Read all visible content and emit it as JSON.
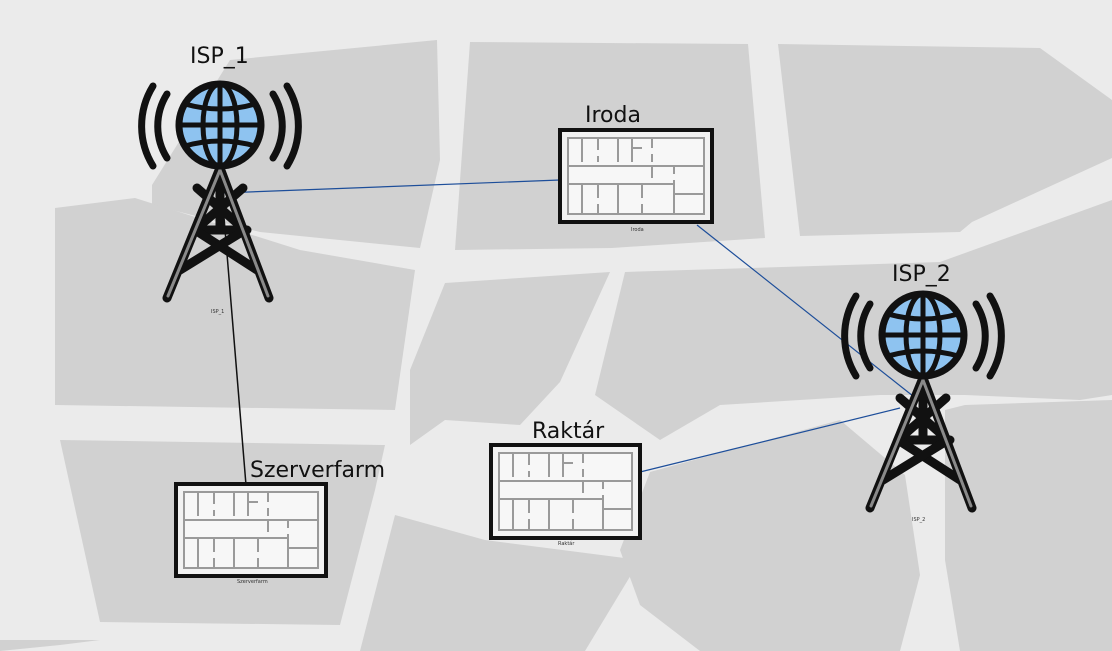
{
  "colors": {
    "background": "#ebebeb",
    "block": "#d1d1d1",
    "link": "#1d4e9a",
    "globe_fill": "#8ec3f0",
    "tower_stroke": "#111111",
    "tower_inner": "#8a8a8a",
    "building_frame": "#111111",
    "building_fill": "#f2f2f2"
  },
  "nodes": {
    "isp1": {
      "label": "ISP_1",
      "caption": "ISP_1",
      "icon": "radio-tower-icon"
    },
    "isp2": {
      "label": "ISP_2",
      "caption": "ISP_2",
      "icon": "radio-tower-icon"
    },
    "iroda": {
      "label": "Iroda",
      "caption": "Iroda",
      "icon": "floor-plan-icon"
    },
    "raktar": {
      "label": "Raktár",
      "caption": "Raktár",
      "icon": "floor-plan-icon"
    },
    "szerverfarm": {
      "label": "Szerverfarm",
      "caption": "Szerverfarm",
      "icon": "floor-plan-icon"
    }
  },
  "links": [
    {
      "from": "isp1",
      "to": "iroda"
    },
    {
      "from": "isp1",
      "to": "szerverfarm"
    },
    {
      "from": "iroda",
      "to": "isp2"
    },
    {
      "from": "raktar",
      "to": "isp2"
    }
  ]
}
